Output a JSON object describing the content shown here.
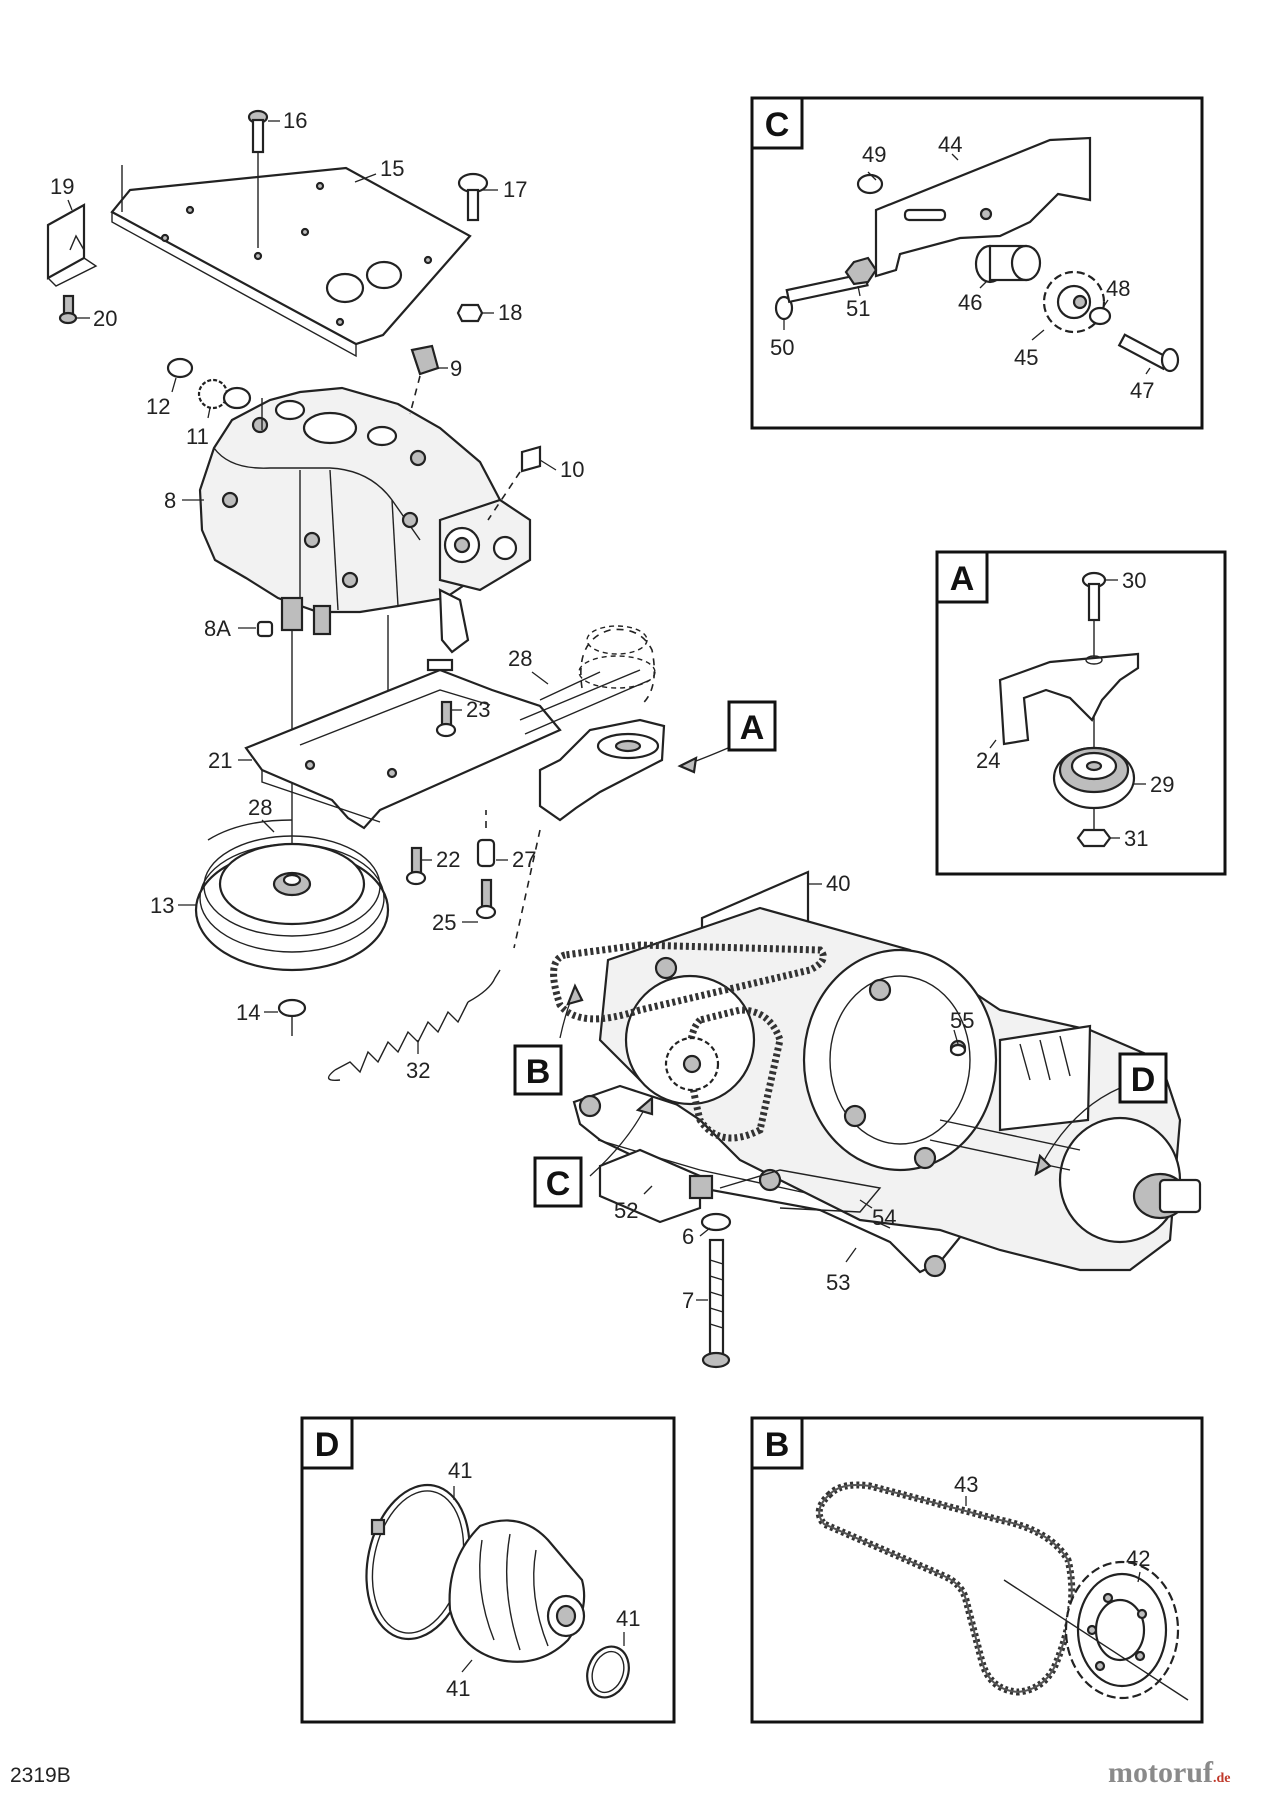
{
  "drawing_id": "2319B",
  "watermark": {
    "brand": "motoruf",
    "tld": ".de"
  },
  "callout_boxes": [
    "A",
    "B",
    "C",
    "D"
  ],
  "detail_frames": {
    "A": {
      "title": "A",
      "parts": [
        "30",
        "24",
        "29",
        "31"
      ]
    },
    "B": {
      "title": "B",
      "parts": [
        "43",
        "42"
      ]
    },
    "C": {
      "title": "C",
      "parts": [
        "49",
        "44",
        "51",
        "46",
        "48",
        "50",
        "45",
        "47"
      ]
    },
    "D": {
      "title": "D",
      "parts": [
        "41",
        "41",
        "41"
      ]
    }
  },
  "main_parts": [
    "16",
    "15",
    "17",
    "19",
    "20",
    "18",
    "9",
    "12",
    "11",
    "10",
    "8",
    "8A",
    "28",
    "23",
    "21",
    "28",
    "22",
    "27",
    "13",
    "25",
    "14",
    "32",
    "40",
    "55",
    "6",
    "52",
    "54",
    "7",
    "53"
  ]
}
